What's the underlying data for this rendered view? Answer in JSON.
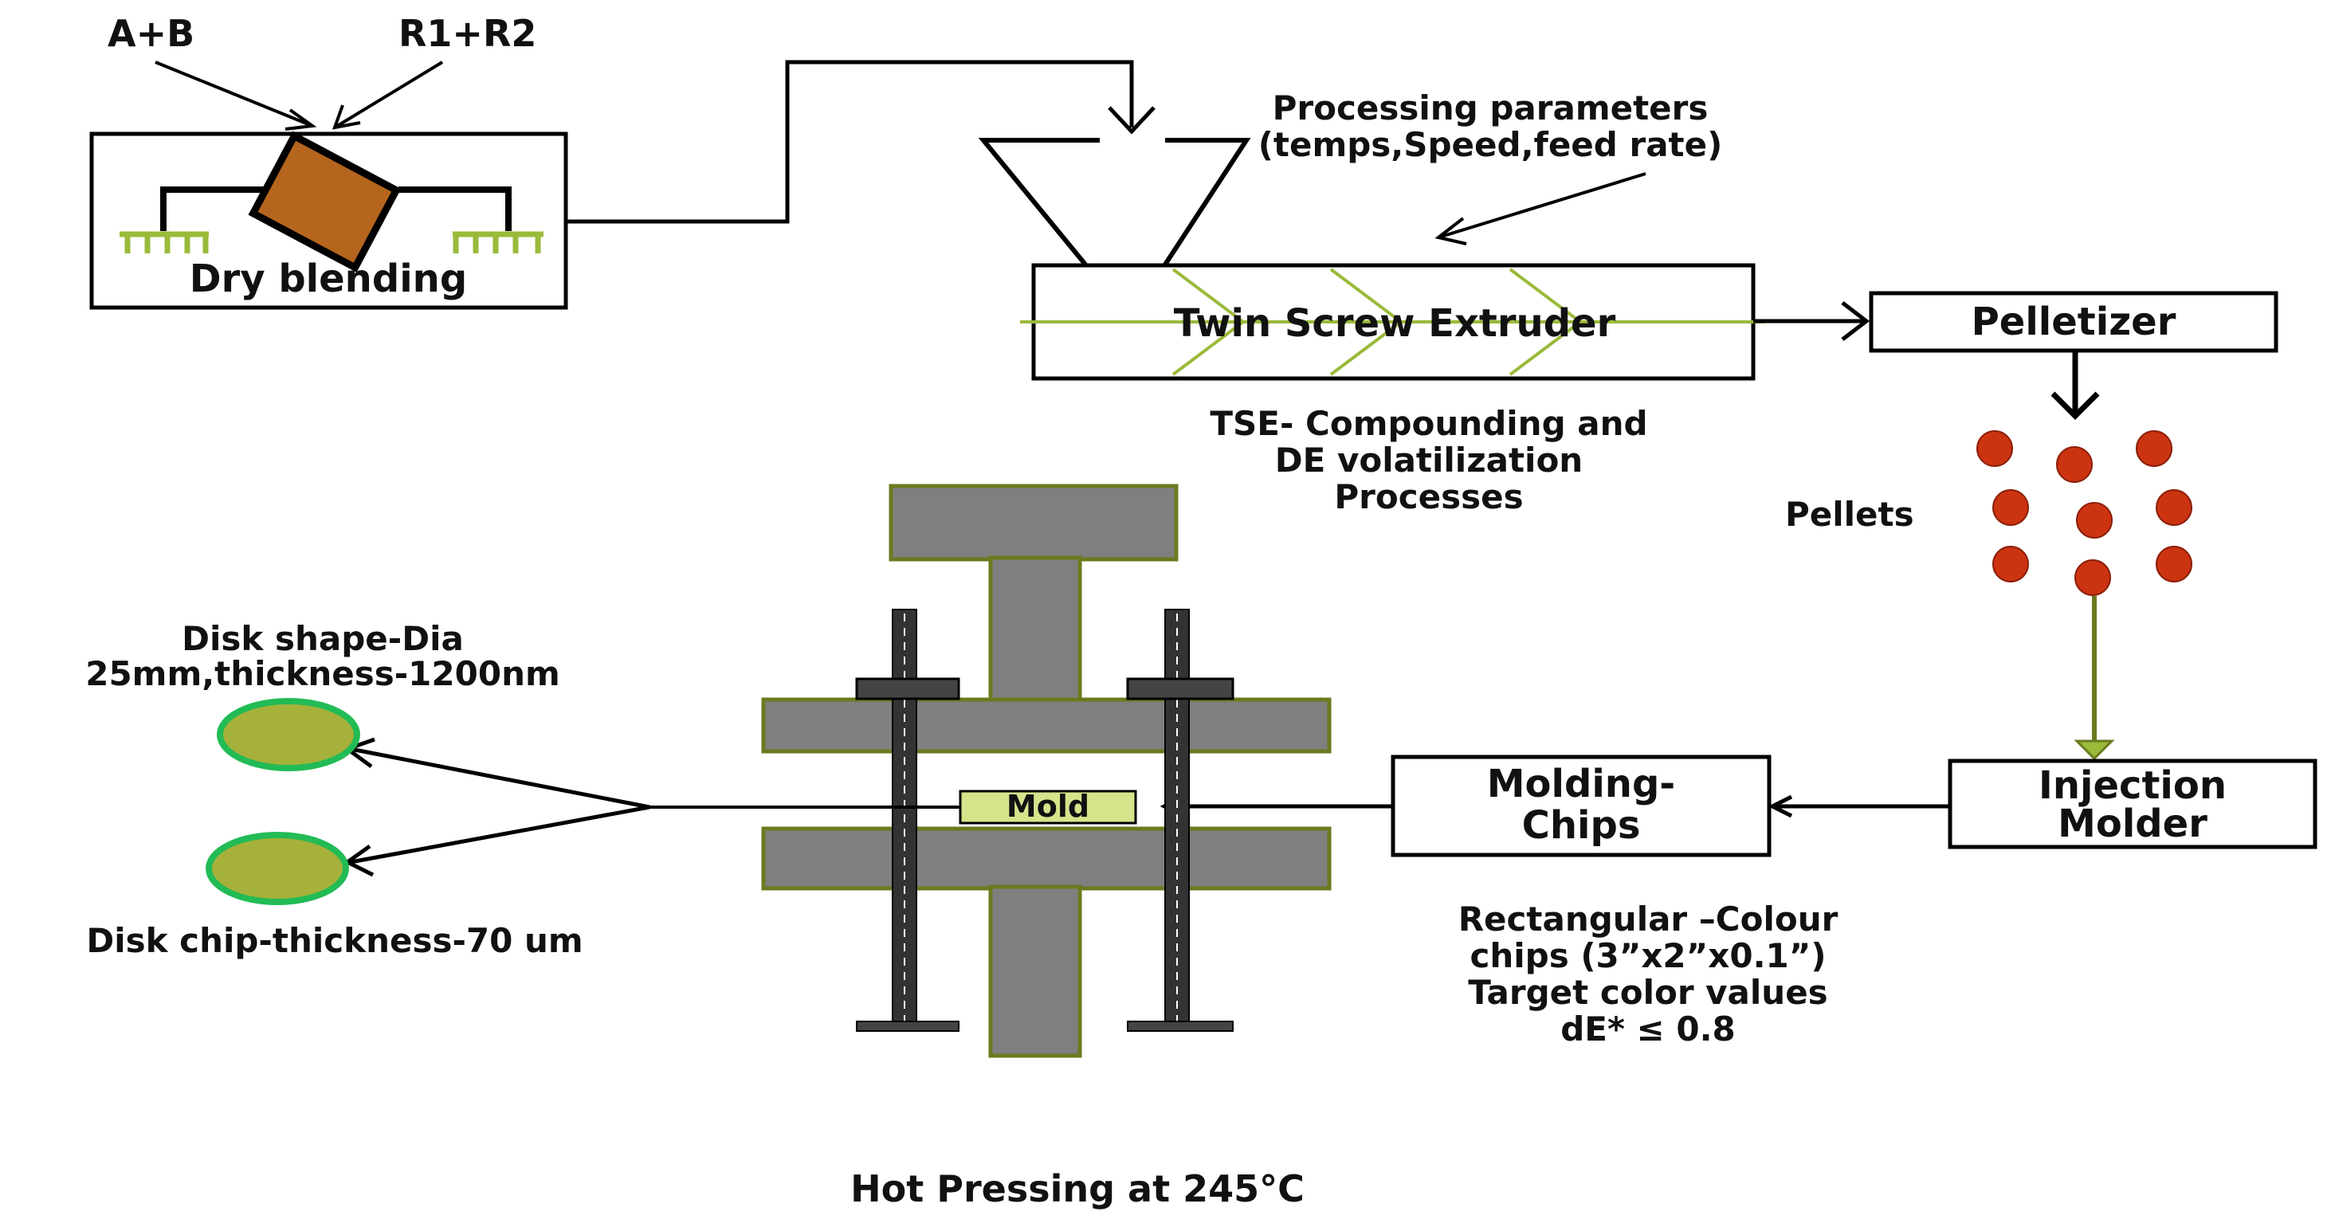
{
  "inputs": {
    "a_plus_b": "A+B",
    "r1_plus_r2": "R1+R2"
  },
  "dry_blending": {
    "label": "Dry blending"
  },
  "processing_parameters": {
    "line1": "Processing parameters",
    "line2": "(temps,Speed,feed rate)"
  },
  "extruder": {
    "label": "Twin Screw Extruder"
  },
  "tse_caption": {
    "line1": "TSE- Compounding and",
    "line2": "DE volatilization",
    "line3": "Processes"
  },
  "pelletizer": {
    "label": "Pelletizer"
  },
  "pellets": {
    "label": "Pellets"
  },
  "injection_molder": {
    "line1": "Injection",
    "line2": "Molder"
  },
  "molding_chips": {
    "line1": "Molding-",
    "line2": "Chips"
  },
  "colour_chips": {
    "line1": "Rectangular –Colour",
    "line2": "chips (3”x2”x0.1”)",
    "line3": "Target color values",
    "line4": "dE*   ≤ 0.8"
  },
  "press": {
    "mold_label": "Mold",
    "caption": "Hot Pressing at 245°C"
  },
  "disk_shape": {
    "line1": "Disk shape-Dia",
    "line2": "25mm,thickness-1200nm"
  },
  "disk_chip": {
    "label": "Disk chip-thickness-70 um"
  },
  "colors": {
    "blender_body": "#b5651d",
    "olive_accent": "#9aba3a",
    "press_gray": "#7f7f7f",
    "press_outline": "#6b7a1f",
    "pellet_red": "#cc3311",
    "disk_fill": "#a5b13a",
    "disk_ring": "#22bb55",
    "mold_fill": "#d7e48c"
  }
}
